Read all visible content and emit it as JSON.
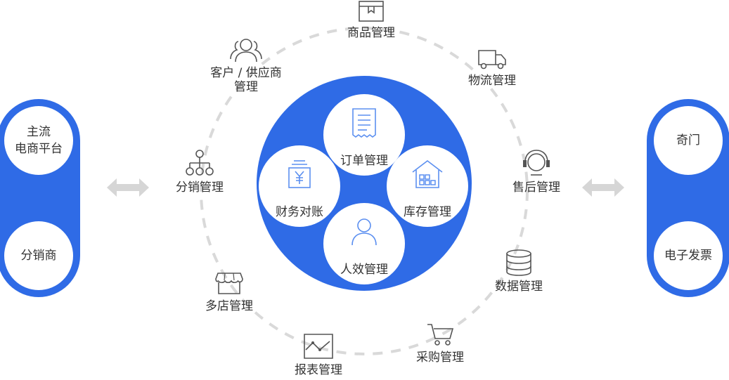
{
  "left_group": {
    "top": "主流\n电商平台",
    "bottom": "分销商"
  },
  "right_group": {
    "top": "奇门",
    "bottom": "电子发票"
  },
  "core": {
    "order": "订单管理",
    "finance": "财务对账",
    "inventory": "库存管理",
    "hr": "人效管理"
  },
  "modules": {
    "product": "商品管理",
    "customer": "客户 / 供应商\n管理",
    "logistics": "物流管理",
    "distribution": "分销管理",
    "aftersale": "售后管理",
    "store": "多店管理",
    "data": "数据管理",
    "report": "报表管理",
    "purchase": "采购管理"
  },
  "colors": {
    "brand": "#2f6be6",
    "ring": "#d9d9d9",
    "icon": "#555555",
    "icon_accent": "#5b8ff0",
    "arrow": "#d6d6d6"
  },
  "icons": {
    "product": "box-icon",
    "customer": "users-icon",
    "logistics": "truck-icon",
    "distribution": "hierarchy-icon",
    "aftersale": "headset-icon",
    "store": "shop-icon",
    "data": "database-icon",
    "report": "report-chart-icon",
    "purchase": "cart-icon",
    "order": "document-icon",
    "finance": "yuan-note-icon",
    "inventory": "warehouse-icon",
    "hr": "person-icon"
  }
}
